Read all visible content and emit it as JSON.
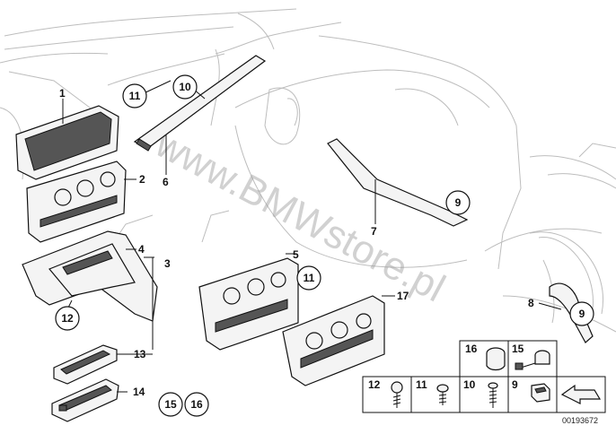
{
  "callouts": {
    "c1": "1",
    "c2": "2",
    "c3": "3",
    "c4": "4",
    "c5": "5",
    "c6": "6",
    "c7": "7",
    "c8": "8",
    "c9a": "9",
    "c9b": "9",
    "c10": "10",
    "c11a": "11",
    "c11b": "11",
    "c12": "12",
    "c13": "13",
    "c14": "14",
    "c15": "15",
    "c16": "16",
    "c17": "17"
  },
  "legend": {
    "b16": "16",
    "b15": "15",
    "b12": "12",
    "b11": "11",
    "b10": "10",
    "b9": "9"
  },
  "watermark": "www.BMWstore.pl",
  "document_number": "00193672"
}
